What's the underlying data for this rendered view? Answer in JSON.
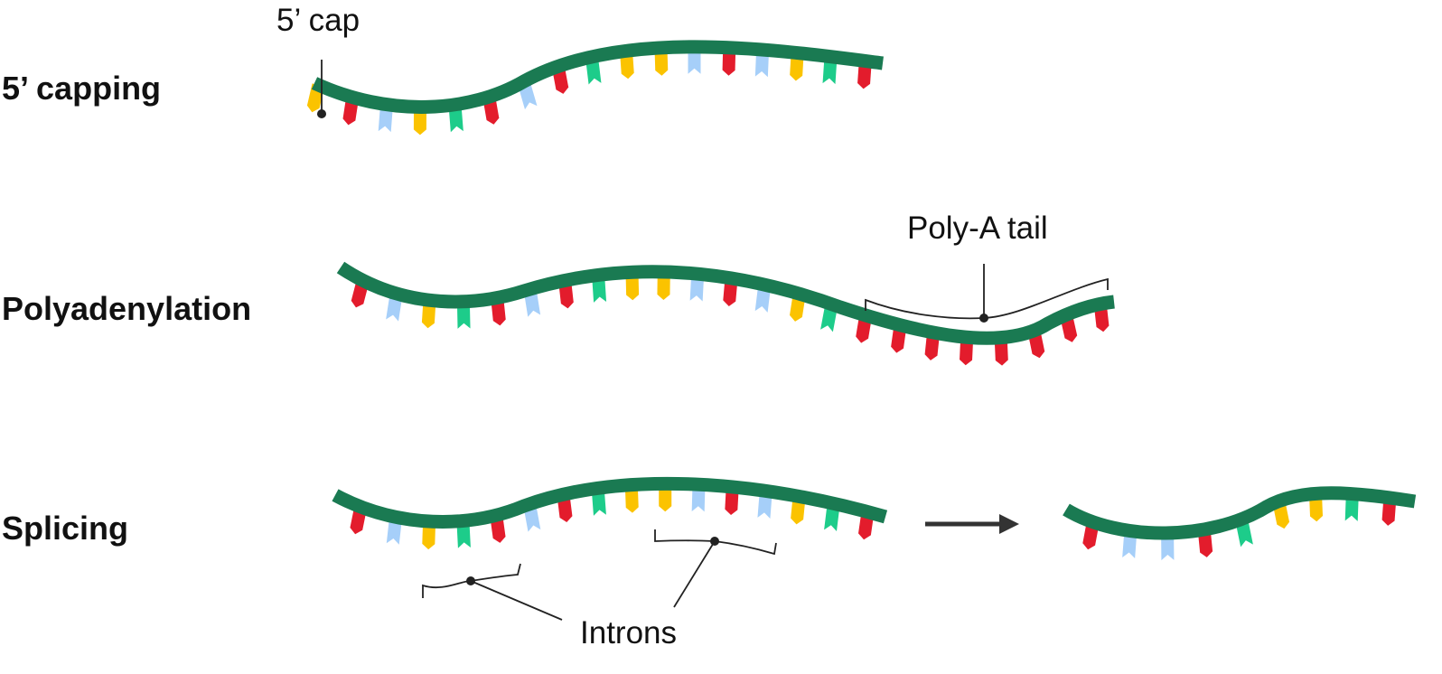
{
  "colors": {
    "backbone": "#1a7a52",
    "red": "#e31c2c",
    "yellow": "#fbc300",
    "blue": "#a6cff9",
    "green": "#1dcc8a",
    "leader": "#222222",
    "arrow": "#333333"
  },
  "rows": {
    "capping": {
      "label": "5’ capping",
      "callout": "5’ cap",
      "bases": [
        "yellow",
        "red",
        "blue",
        "yellow",
        "green",
        "red",
        "blue",
        "red",
        "green",
        "yellow",
        "yellow",
        "blue",
        "red",
        "blue",
        "yellow",
        "green",
        "red"
      ]
    },
    "polyadenylation": {
      "label": "Polyadenylation",
      "callout": "Poly-A tail",
      "bases": [
        "red",
        "blue",
        "yellow",
        "green",
        "red",
        "blue",
        "red",
        "green",
        "yellow",
        "yellow",
        "blue",
        "red",
        "blue",
        "yellow",
        "green",
        "red",
        "red",
        "red",
        "red",
        "red",
        "red",
        "red",
        "red"
      ]
    },
    "splicing": {
      "label": "Splicing",
      "callout": "Introns",
      "bases_before": [
        "red",
        "blue",
        "yellow",
        "green",
        "red",
        "blue",
        "red",
        "green",
        "yellow",
        "yellow",
        "blue",
        "red",
        "blue",
        "yellow",
        "green",
        "red"
      ],
      "bases_after": [
        "red",
        "blue",
        "blue",
        "red",
        "green",
        "yellow",
        "yellow",
        "green",
        "red"
      ]
    }
  }
}
